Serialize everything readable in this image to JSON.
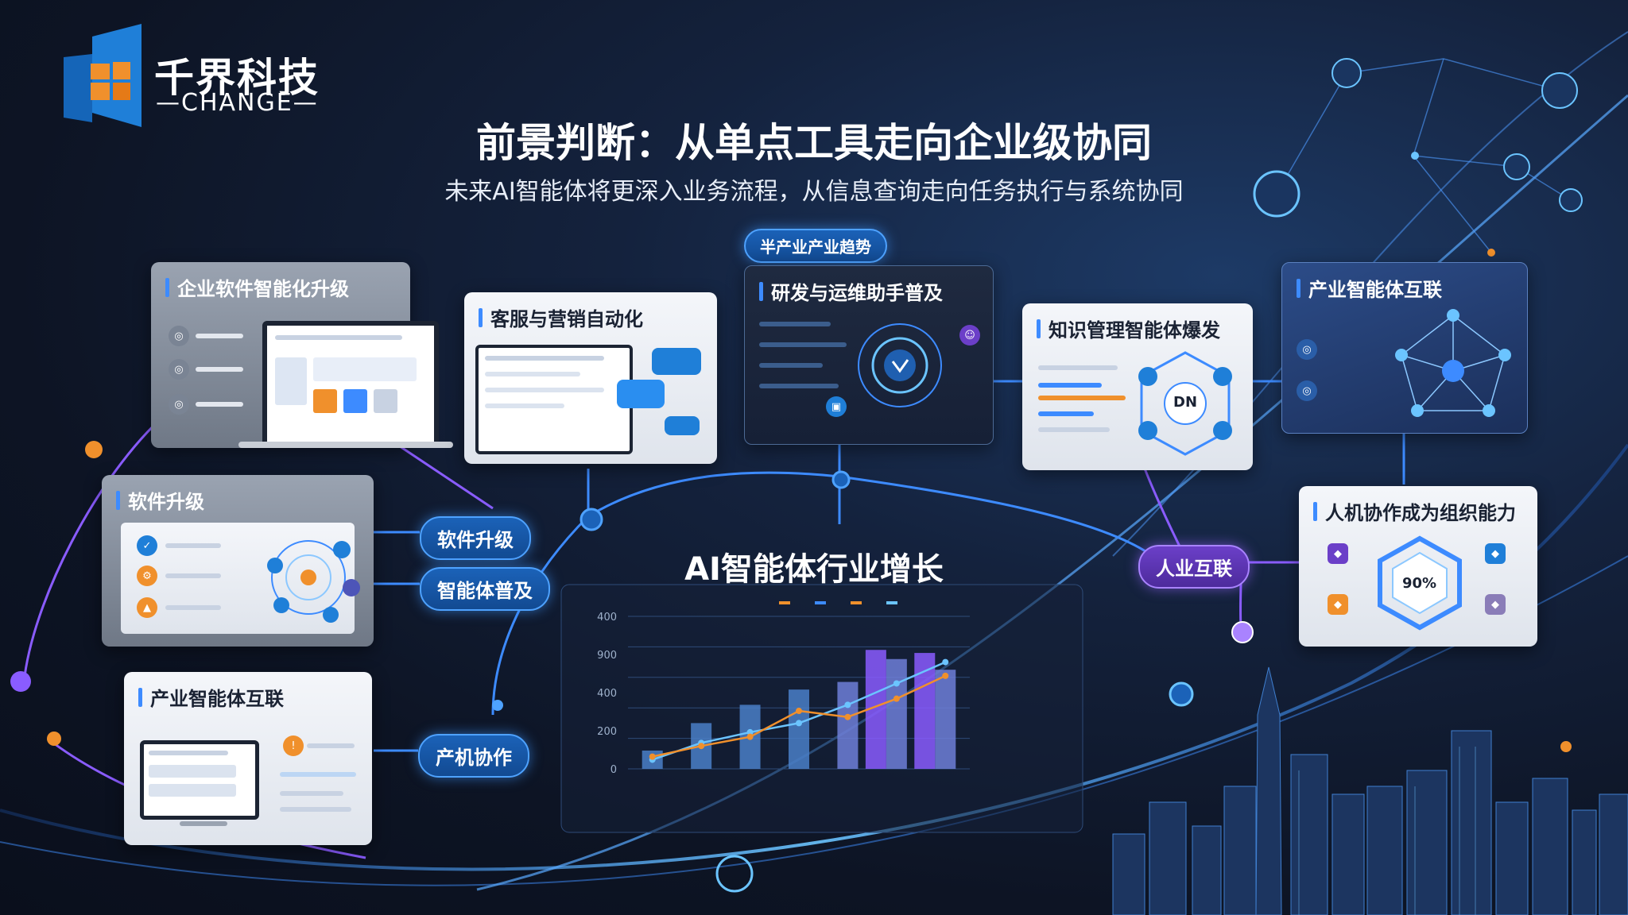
{
  "brand": {
    "name": "千界科技",
    "sub": "—CHANGE—"
  },
  "header": {
    "title": "前景判断：从单点工具走向企业级协同",
    "subtitle": "未来AI智能体将更深入业务流程，从信息查询走向任务执行与系统协同"
  },
  "top_badge": "半产业产业趋势",
  "cards": {
    "enterprise": "企业软件智能化升级",
    "service": "客服与营销自动化",
    "devops": "研发与运维助手普及",
    "knowledge": "知识管理智能体爆发",
    "industry_top": "产业智能体互联",
    "software": "软件升级",
    "industry_bottom": "产业智能体互联",
    "human_machine": "人机协作成为组织能力"
  },
  "pills": {
    "software_upgrade": "软件升级",
    "agent_popular": "智能体普及",
    "industry_collab": "产机协作",
    "human_industry": "人业互联"
  },
  "center_text": {
    "knowledge_hub": "DN",
    "human_hub": "90%"
  },
  "colors": {
    "accent_blue": "#3d8bff",
    "accent_purple": "#8a5cff",
    "accent_orange": "#f0902c"
  },
  "chart_data": {
    "type": "bar",
    "title": "AI智能体行业增长",
    "yticks": [
      0,
      200,
      400,
      900,
      400
    ],
    "ylim": [
      0,
      1000
    ],
    "categories": [
      "",
      "",
      "",
      "",
      "",
      "",
      ""
    ],
    "series": [
      {
        "values": [
          120,
          300,
          420,
          520,
          570,
          720,
          650
        ]
      },
      {
        "values": [
          0,
          0,
          0,
          0,
          0,
          780,
          760
        ]
      }
    ],
    "lines": [
      {
        "values": [
          60,
          170,
          240,
          300,
          420,
          560,
          700
        ]
      },
      {
        "values": [
          80,
          150,
          210,
          380,
          340,
          460,
          610
        ]
      }
    ],
    "grid": true
  }
}
